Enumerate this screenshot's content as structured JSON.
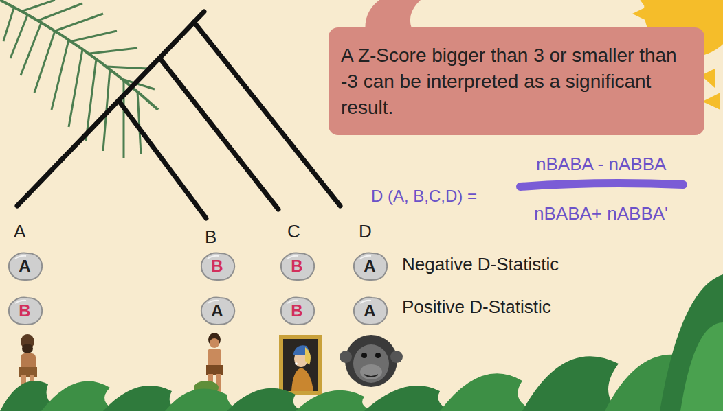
{
  "diagram": {
    "nodes": [
      {
        "text": [
          "A Z-Score bigger than 3 or smaller than -3 can be interpreted as a significant result."
        ]
      },
      {
        "text": [
          "A"
        ]
      },
      {
        "text": [
          "B"
        ]
      },
      {
        "text": [
          "B"
        ]
      },
      {
        "text": [
          "A"
        ]
      },
      {
        "text": [
          "B"
        ]
      },
      {
        "text": [
          "A"
        ]
      },
      {
        "text": [
          "B"
        ]
      },
      {
        "text": [
          "A"
        ]
      }
    ],
    "labels": [
      "A",
      "B",
      "C",
      "D",
      "D (A, B,C,D) =",
      "nBABA - nABBA",
      "nBABA+ nABBA'",
      "Negative D-Statistic",
      "Positive D-Statistic"
    ]
  }
}
